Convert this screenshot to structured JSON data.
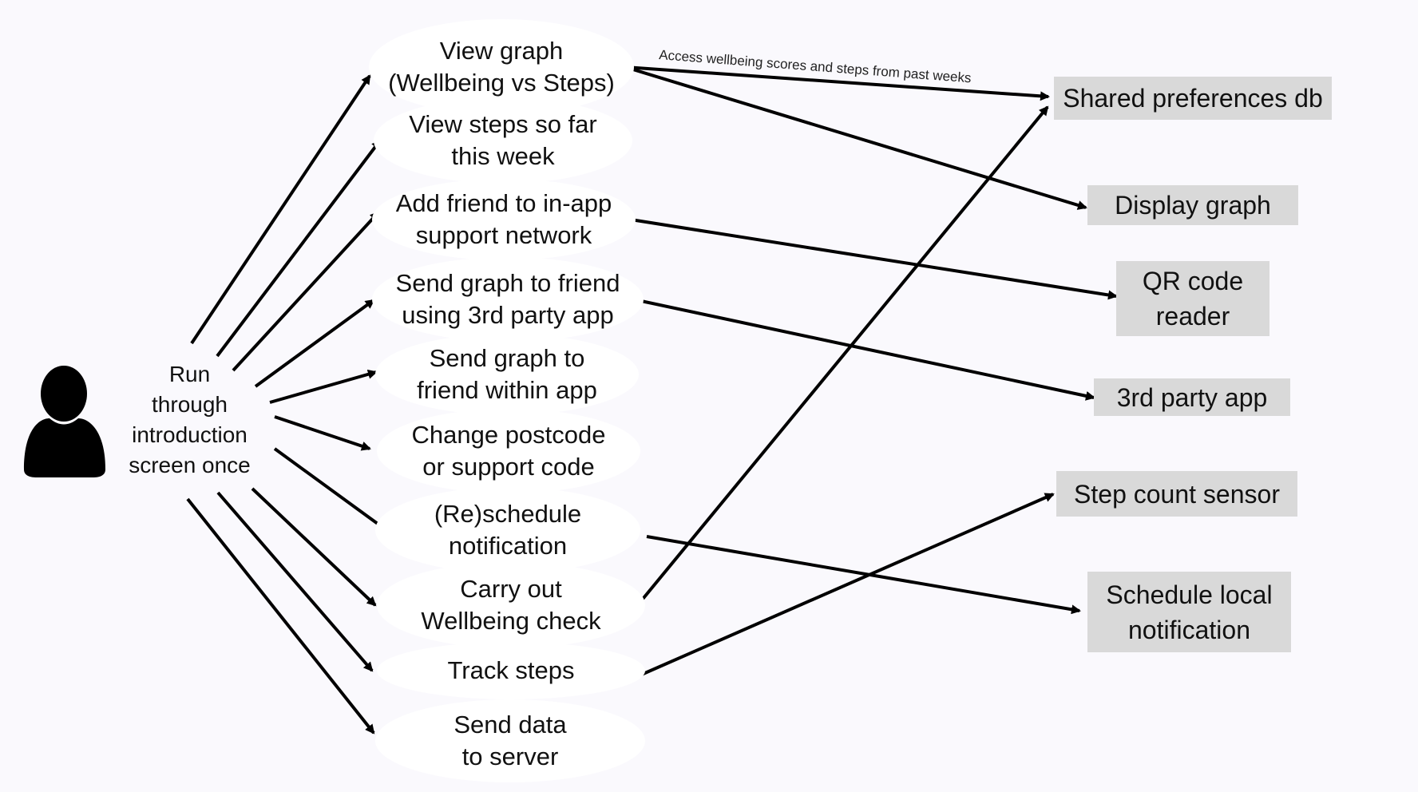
{
  "actor": {
    "icon": "user-icon",
    "label": "Run\nthrough\nintroduction\nscreen once"
  },
  "use_cases": [
    {
      "id": "view-graph",
      "label": "View graph\n(Wellbeing vs Steps)"
    },
    {
      "id": "view-steps",
      "label": "View steps so far\nthis week"
    },
    {
      "id": "add-friend",
      "label": "Add friend to in-app\nsupport network"
    },
    {
      "id": "send-graph-3rd",
      "label": "Send graph to friend\nusing 3rd party app"
    },
    {
      "id": "send-graph-app",
      "label": "Send graph to\nfriend within app"
    },
    {
      "id": "change-postcode",
      "label": "Change postcode\nor support code"
    },
    {
      "id": "reschedule",
      "label": "(Re)schedule\nnotification"
    },
    {
      "id": "wellbeing-check",
      "label": "Carry out\nWellbeing check"
    },
    {
      "id": "track-steps",
      "label": "Track steps"
    },
    {
      "id": "send-data",
      "label": "Send data\nto server"
    }
  ],
  "systems": [
    {
      "id": "shared-prefs",
      "label": "Shared preferences db"
    },
    {
      "id": "display-graph",
      "label": "Display graph"
    },
    {
      "id": "qr-reader",
      "label": "QR code\nreader"
    },
    {
      "id": "third-party",
      "label": "3rd party app"
    },
    {
      "id": "step-sensor",
      "label": "Step count sensor"
    },
    {
      "id": "local-notification",
      "label": "Schedule local\nnotification"
    }
  ],
  "edge_labels": {
    "view_graph_to_prefs": "Access wellbeing scores and steps from past weeks"
  },
  "colors": {
    "background": "#faf9fd",
    "use_case_fill": "#ffffff",
    "system_fill": "#d9d9d9",
    "line": "#000000"
  }
}
